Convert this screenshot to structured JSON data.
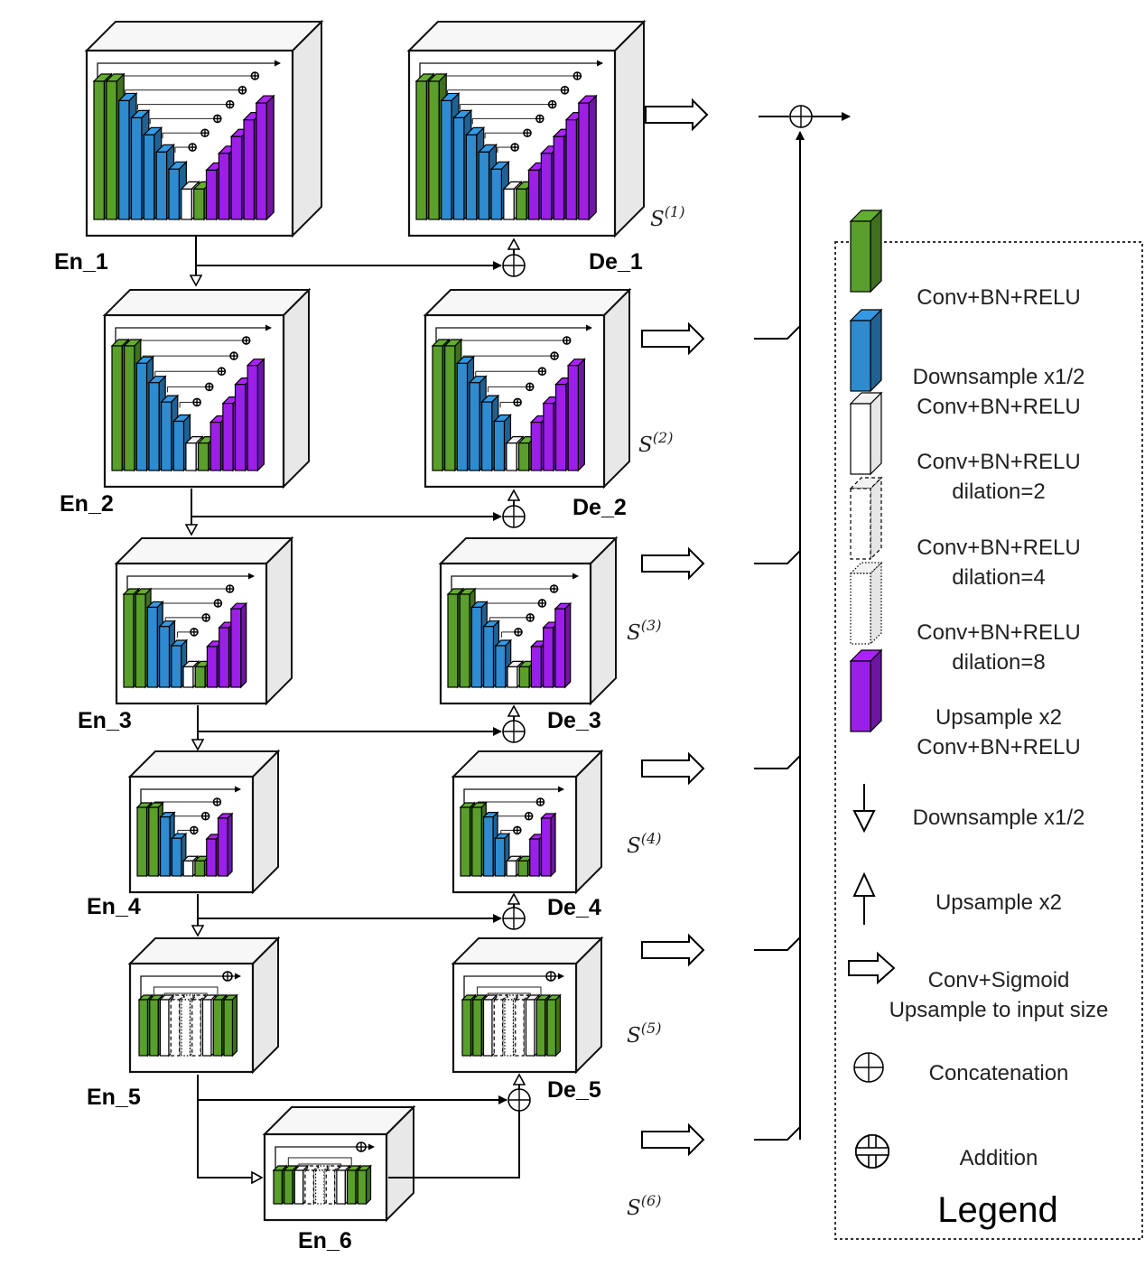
{
  "colors": {
    "conv": "#5a9e2c",
    "down": "#2e8bd0",
    "up": "#9b1fe6",
    "dilated": "#ffffff",
    "frame": "#000000"
  },
  "encoder_labels": [
    "En_1",
    "En_2",
    "En_3",
    "En_4",
    "En_5",
    "En_6"
  ],
  "decoder_labels": [
    "De_1",
    "De_2",
    "De_3",
    "De_4",
    "De_5"
  ],
  "side_outputs": [
    {
      "base": "S",
      "sup": "(1)"
    },
    {
      "base": "S",
      "sup": "(2)"
    },
    {
      "base": "S",
      "sup": "(3)"
    },
    {
      "base": "S",
      "sup": "(4)"
    },
    {
      "base": "S",
      "sup": "(5)"
    },
    {
      "base": "S",
      "sup": "(6)"
    }
  ],
  "legend": {
    "title": "Legend",
    "items": [
      {
        "icon": "green-block-icon",
        "lines": [
          "Conv+BN+RELU"
        ]
      },
      {
        "icon": "blue-block-icon",
        "lines": [
          "Downsample x1/2",
          "Conv+BN+RELU"
        ]
      },
      {
        "icon": "white-block-icon",
        "lines": [
          "Conv+BN+RELU",
          "dilation=2"
        ]
      },
      {
        "icon": "dashed-block-icon",
        "lines": [
          "Conv+BN+RELU",
          "dilation=4"
        ]
      },
      {
        "icon": "dotted-block-icon",
        "lines": [
          "Conv+BN+RELU",
          "dilation=8"
        ]
      },
      {
        "icon": "purple-block-icon",
        "lines": [
          "Upsample x2",
          "Conv+BN+RELU"
        ]
      },
      {
        "icon": "down-arrow-icon",
        "lines": [
          "Downsample x1/2"
        ]
      },
      {
        "icon": "up-arrow-icon",
        "lines": [
          "Upsample x2"
        ]
      },
      {
        "icon": "hollow-arrow-icon",
        "lines": [
          "Conv+Sigmoid",
          "Upsample to input size"
        ]
      },
      {
        "icon": "concat-icon",
        "lines": [
          "Concatenation"
        ]
      },
      {
        "icon": "addition-icon",
        "lines": [
          "Addition"
        ]
      }
    ]
  }
}
